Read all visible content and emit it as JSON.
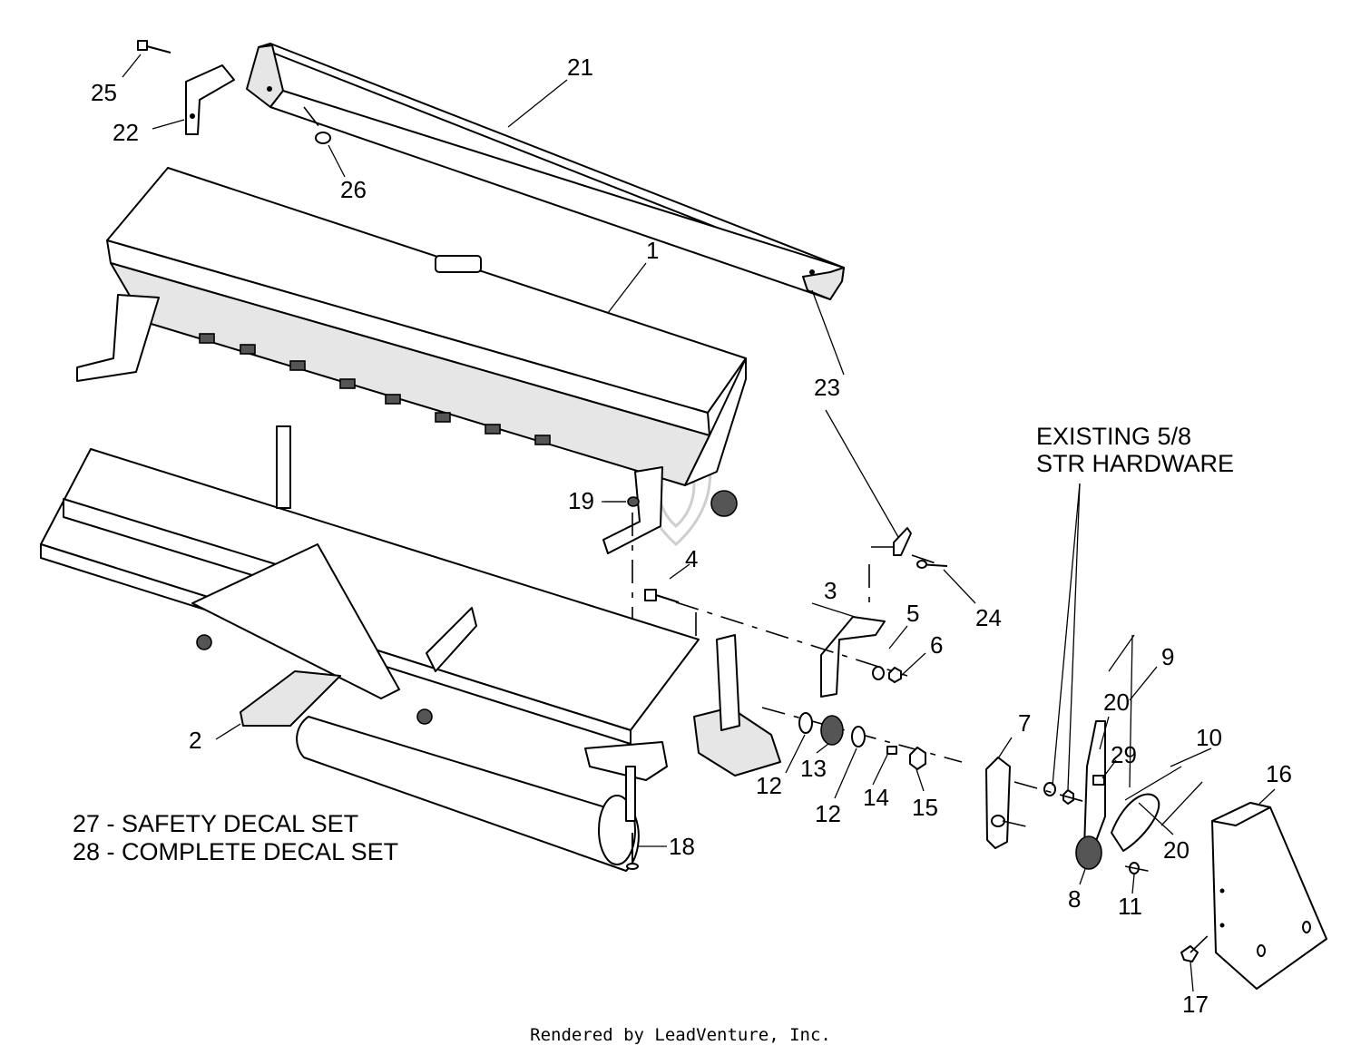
{
  "diagram": {
    "callouts": [
      {
        "id": "c1",
        "text": "1"
      },
      {
        "id": "c2",
        "text": "2"
      },
      {
        "id": "c3",
        "text": "3"
      },
      {
        "id": "c4",
        "text": "4"
      },
      {
        "id": "c5",
        "text": "5"
      },
      {
        "id": "c6",
        "text": "6"
      },
      {
        "id": "c7",
        "text": "7"
      },
      {
        "id": "c8",
        "text": "8"
      },
      {
        "id": "c9",
        "text": "9"
      },
      {
        "id": "c10",
        "text": "10"
      },
      {
        "id": "c11",
        "text": "11"
      },
      {
        "id": "c12a",
        "text": "12"
      },
      {
        "id": "c12b",
        "text": "12"
      },
      {
        "id": "c13",
        "text": "13"
      },
      {
        "id": "c14",
        "text": "14"
      },
      {
        "id": "c15",
        "text": "15"
      },
      {
        "id": "c16",
        "text": "16"
      },
      {
        "id": "c17",
        "text": "17"
      },
      {
        "id": "c18",
        "text": "18"
      },
      {
        "id": "c19",
        "text": "19"
      },
      {
        "id": "c20a",
        "text": "20"
      },
      {
        "id": "c20b",
        "text": "20"
      },
      {
        "id": "c21",
        "text": "21"
      },
      {
        "id": "c22",
        "text": "22"
      },
      {
        "id": "c23",
        "text": "23"
      },
      {
        "id": "c24",
        "text": "24"
      },
      {
        "id": "c25",
        "text": "25"
      },
      {
        "id": "c26",
        "text": "26"
      },
      {
        "id": "c29",
        "text": "29"
      }
    ],
    "existing_hardware_note": [
      "EXISTING 5/8",
      "STR HARDWARE"
    ],
    "decal_notes": [
      "27 - SAFETY DECAL SET",
      "28 - COMPLETE DECAL SET"
    ]
  },
  "footer": {
    "rendered_by": "Rendered by LeadVenture, Inc."
  }
}
